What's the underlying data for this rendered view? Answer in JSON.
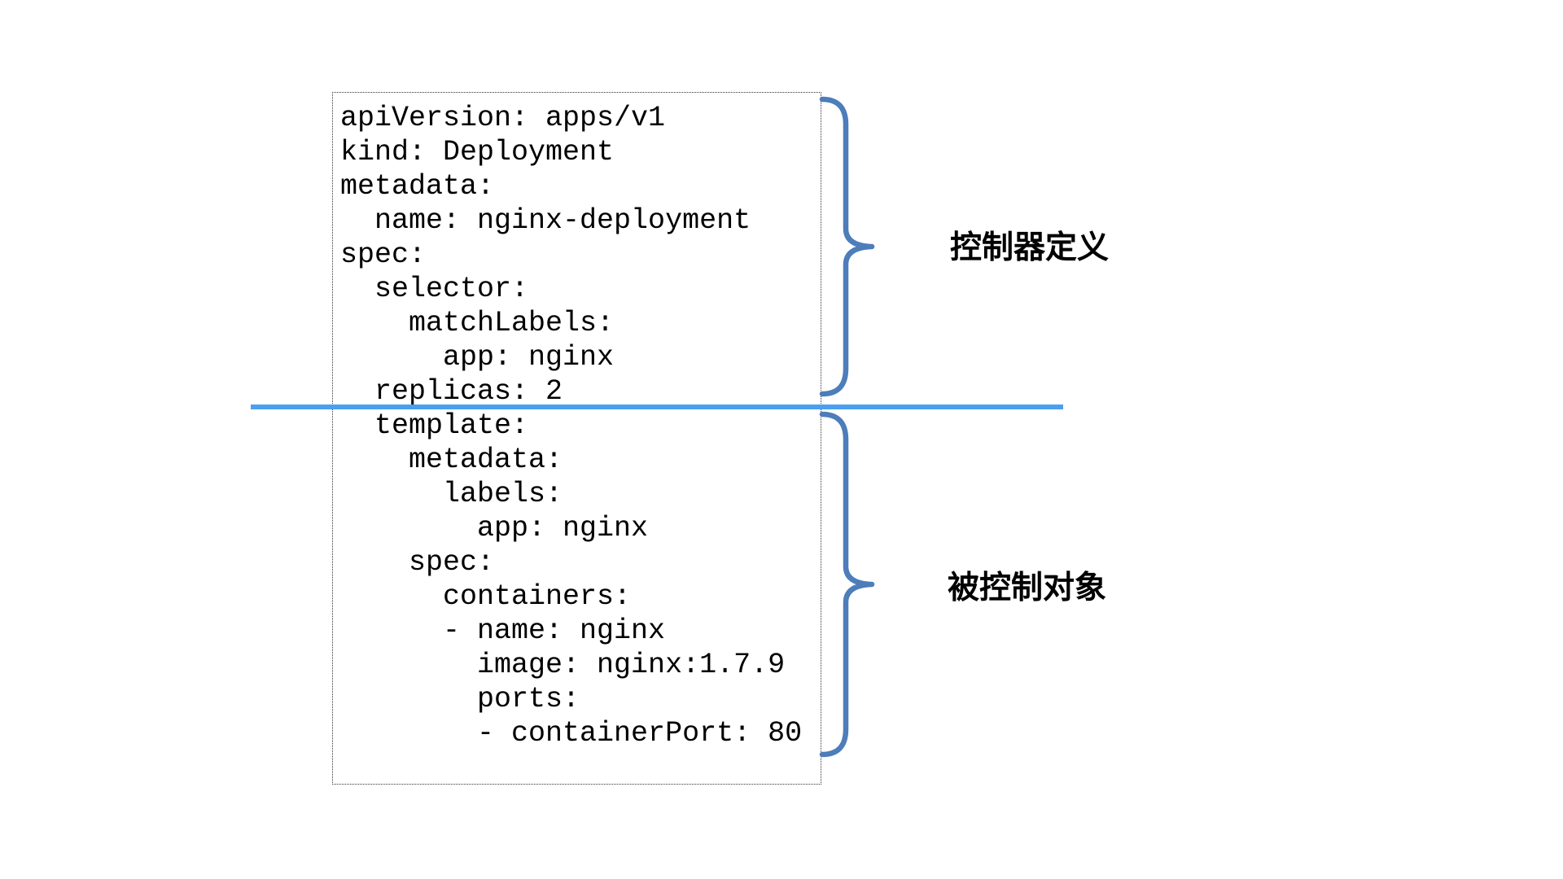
{
  "yaml": {
    "lines": [
      "apiVersion: apps/v1",
      "kind: Deployment",
      "metadata:",
      "  name: nginx-deployment",
      "spec:",
      "  selector:",
      "    matchLabels:",
      "      app: nginx",
      "  replicas: 2",
      "  template:",
      "    metadata:",
      "      labels:",
      "        app: nginx",
      "    spec:",
      "      containers:",
      "      - name: nginx",
      "        image: nginx:1.7.9",
      "        ports:",
      "        - containerPort: 80"
    ]
  },
  "labels": {
    "top": "控制器定义",
    "bottom": "被控制对象"
  },
  "colors": {
    "brace": "#4d7dba",
    "divider": "#4c9fef",
    "text": "#000000",
    "border": "#333333",
    "bg": "#ffffff"
  }
}
